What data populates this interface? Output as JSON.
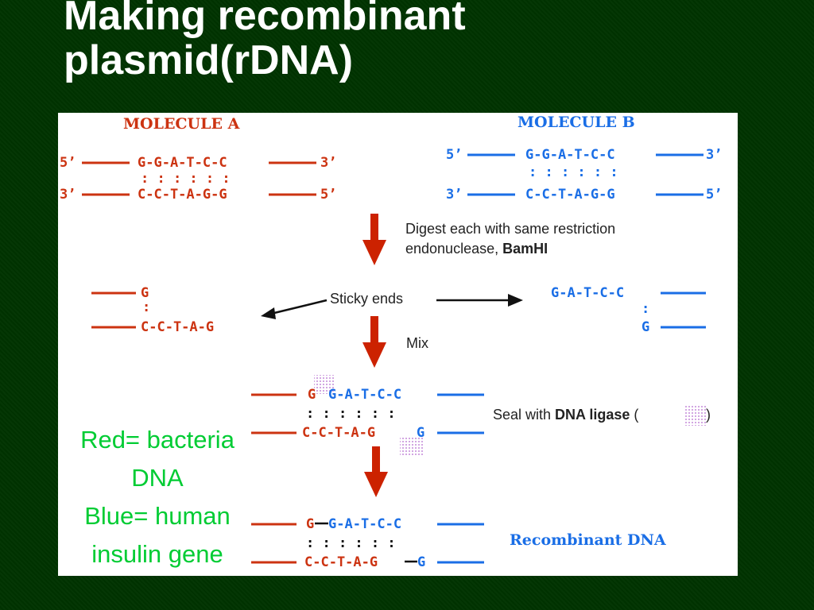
{
  "title": {
    "line1": "Making recombinant",
    "line2": "plasmid(rDNA)"
  },
  "colors": {
    "background": "#003300",
    "title": "#ffffff",
    "bacteria_red": "#cc3311",
    "human_blue": "#1a6ee6",
    "arrow_red": "#cc2200",
    "legend_green": "#00cc33",
    "ligase_purple": "#c48ad8"
  },
  "diagram": {
    "molecule_a": {
      "label": "MOLECULE A",
      "top_5": "5’",
      "top_seq": "G-G-A-T-C-C",
      "top_3": "3’",
      "pairs": ": : : : : :",
      "bottom_3": "3’",
      "bottom_seq": "C-C-T-A-G-G",
      "bottom_5": "5’"
    },
    "molecule_b": {
      "label": "MOLECULE B",
      "top_5": "5’",
      "top_seq": "G-G-A-T-C-C",
      "top_3": "3’",
      "pairs": ": : : : : :",
      "bottom_3": "3’",
      "bottom_seq": "C-C-T-A-G-G",
      "bottom_5": "5’"
    },
    "digest_note": {
      "line1": "Digest each with same restriction",
      "line2_prefix": "endonuclease, ",
      "line2_bold": "BamHI"
    },
    "sticky": {
      "label": "Sticky ends",
      "left_top": "G",
      "left_pair": ":",
      "left_bottom": "C-C-T-A-G",
      "right_top": "G-A-T-C-C",
      "right_pair": ":",
      "right_bottom": "G"
    },
    "mix_label": "Mix",
    "mixed": {
      "top_red": "G",
      "top_blue": "G-A-T-C-C",
      "pairs": ": : : : : :",
      "bottom_red": "C-C-T-A-G",
      "bottom_blue": "G"
    },
    "seal_note": {
      "prefix": "Seal with ",
      "bold": "DNA ligase",
      "open": " (",
      "close": " )"
    },
    "recombinant": {
      "top_red": "G",
      "top_blue": "G-A-T-C-C",
      "pairs": ": : : : : :",
      "bottom_red": "C-C-T-A-G",
      "bottom_blue": "G",
      "label": "Recombinant DNA"
    }
  },
  "legend": {
    "line1": "Red= bacteria",
    "line2": "DNA",
    "line3": "Blue= human",
    "line4": "insulin gene"
  }
}
